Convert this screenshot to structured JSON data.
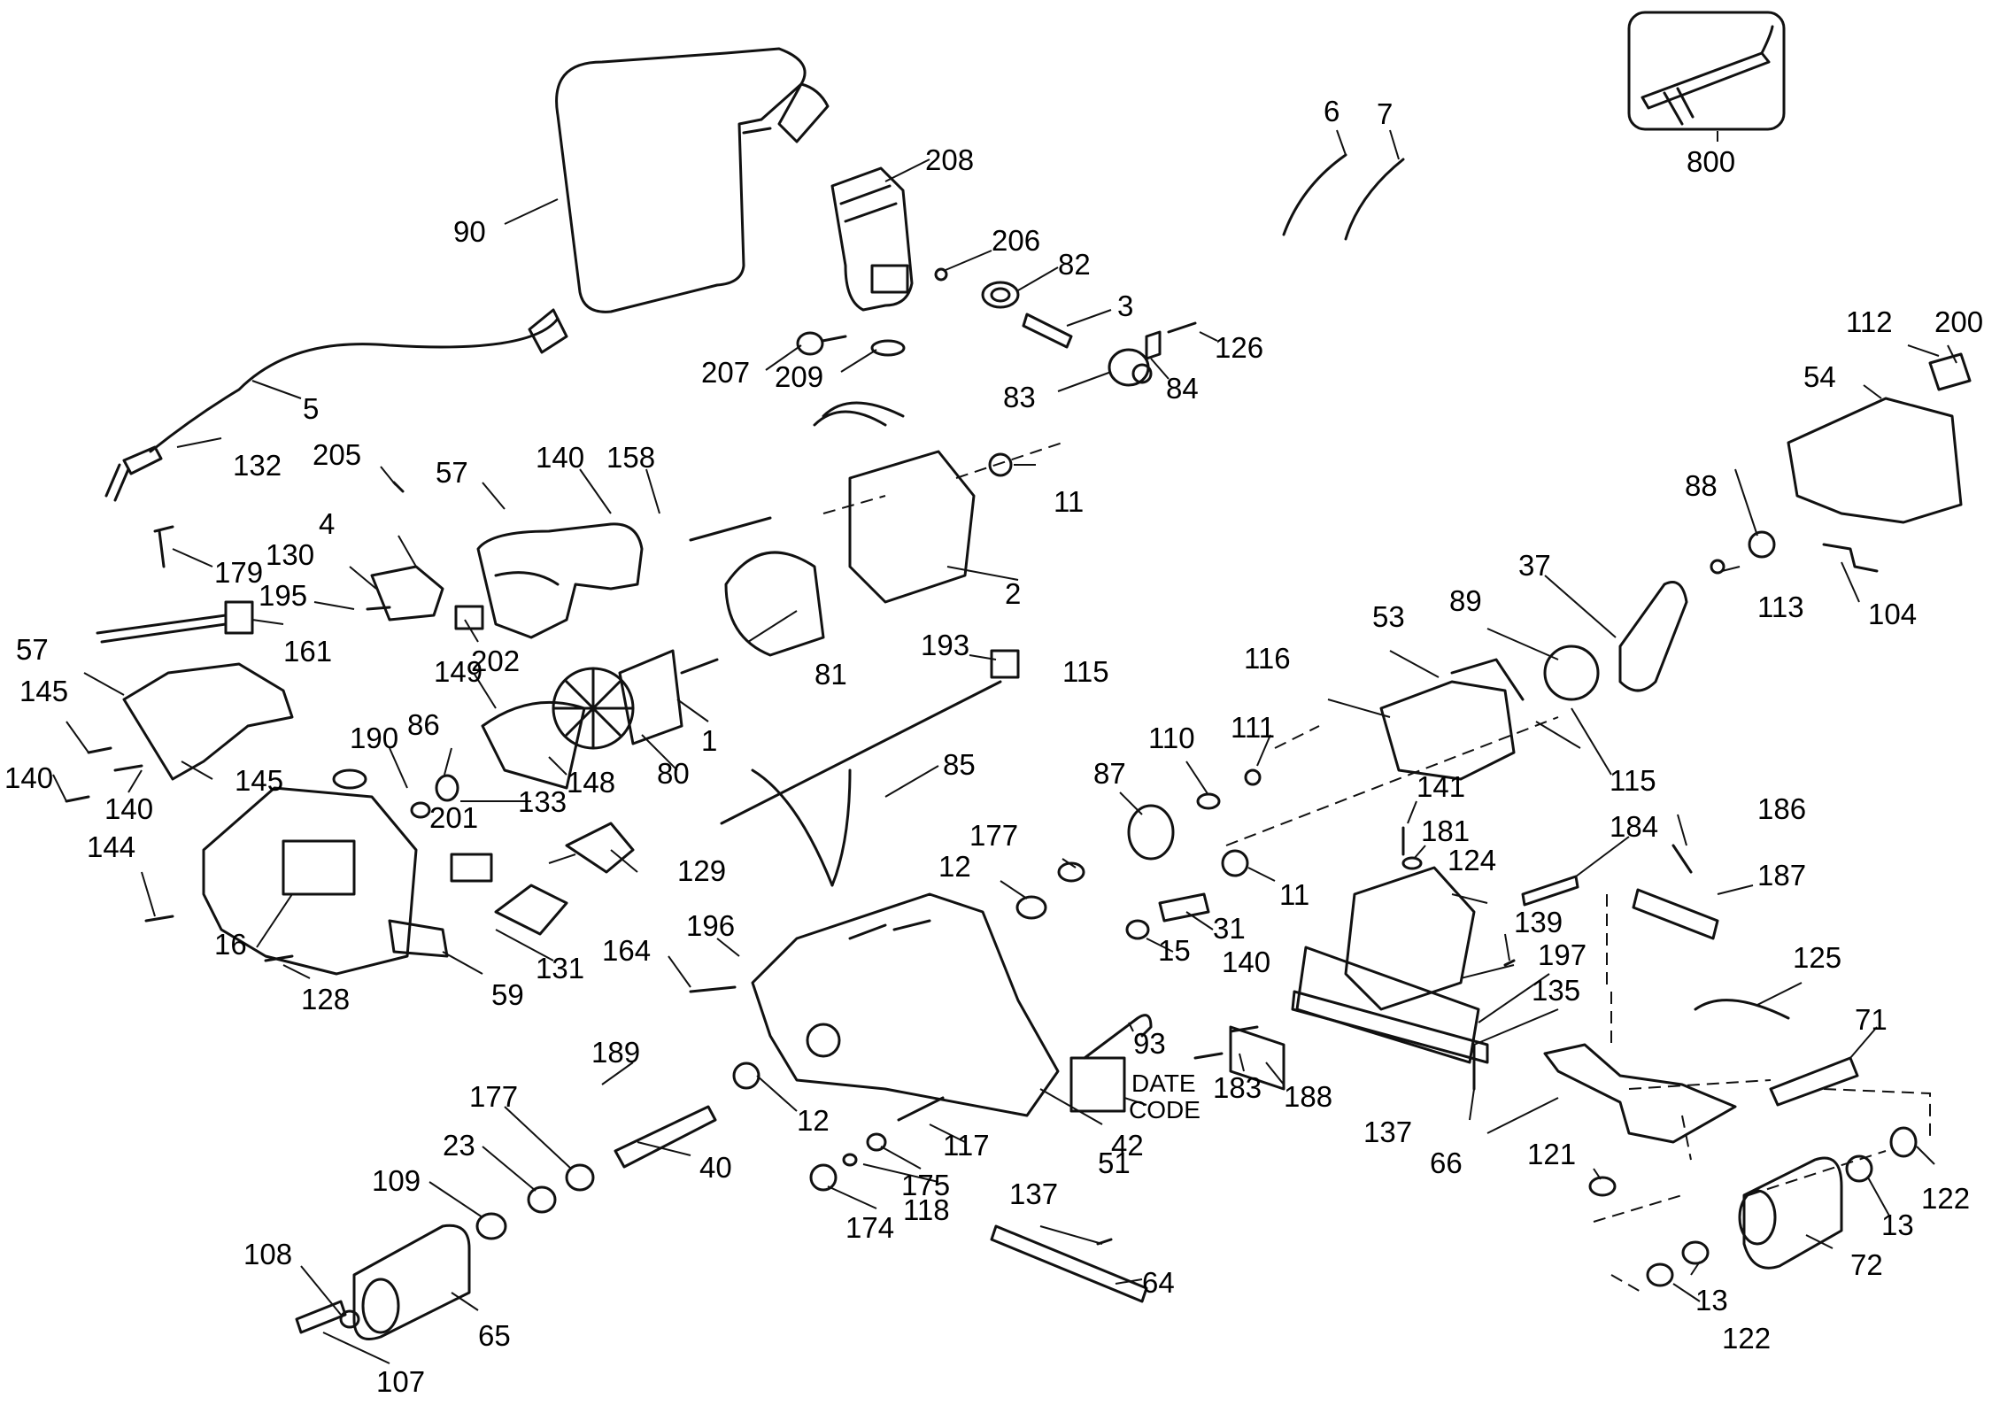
{
  "diagram": {
    "callouts": [
      "800",
      "6",
      "7",
      "208",
      "206",
      "82",
      "90",
      "3",
      "126",
      "84",
      "83",
      "207",
      "209",
      "112",
      "200",
      "54",
      "5",
      "132",
      "205",
      "57",
      "140",
      "158",
      "11",
      "4",
      "130",
      "195",
      "179",
      "161",
      "202",
      "2",
      "88",
      "37",
      "89",
      "113",
      "104",
      "57",
      "53",
      "116",
      "193",
      "115",
      "149",
      "81",
      "145",
      "145",
      "190",
      "86",
      "140",
      "140",
      "201",
      "148",
      "80",
      "1",
      "111",
      "110",
      "87",
      "115",
      "85",
      "133",
      "144",
      "16",
      "129",
      "141",
      "181",
      "177",
      "12",
      "11",
      "184",
      "186",
      "124",
      "187",
      "196",
      "164",
      "131",
      "128",
      "59",
      "31",
      "15",
      "139",
      "140",
      "197",
      "135",
      "125",
      "71",
      "93",
      "183",
      "188",
      "189",
      "12",
      "42",
      "137",
      "177",
      "23",
      "40",
      "109",
      "117",
      "175",
      "51",
      "66",
      "121",
      "108",
      "118",
      "174",
      "137",
      "64",
      "65",
      "122",
      "13",
      "72",
      "13",
      "122",
      "107"
    ],
    "date_code_label": [
      "DATE",
      "CODE"
    ]
  }
}
